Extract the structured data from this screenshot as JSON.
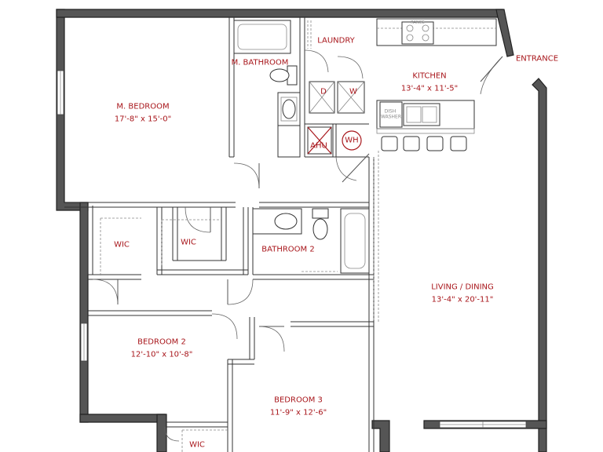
{
  "rooms": {
    "master_bedroom": {
      "name": "M. BEDROOM",
      "size": "17'-8\" x 15'-0\""
    },
    "master_bathroom": {
      "name": "M. BATHROOM"
    },
    "laundry": {
      "name": "LAUNDRY"
    },
    "kitchen": {
      "name": "KITCHEN",
      "size": "13'-4\" x 11'-5\""
    },
    "entrance": {
      "name": "ENTRANCE"
    },
    "living_dining": {
      "name": "LIVING / DINING",
      "size": "13'-4\" x 20'-11\""
    },
    "wic_1": {
      "name": "WIC"
    },
    "wic_2": {
      "name": "WIC"
    },
    "wic_3": {
      "name": "WIC"
    },
    "bathroom_2": {
      "name": "BATHROOM 2"
    },
    "bedroom_2": {
      "name": "BEDROOM 2",
      "size": "12'-10\" x 10'-8\""
    },
    "bedroom_3": {
      "name": "BEDROOM 3",
      "size": "11'-9\" x 12'-6\""
    }
  },
  "fixtures": {
    "dryer": "D",
    "washer": "W",
    "ahu": "AHU",
    "water_heater": "WH",
    "dishwasher": "DISH WASHER",
    "range": "RANGE"
  },
  "colors": {
    "label": "#a8161b",
    "wall": "#555555"
  }
}
